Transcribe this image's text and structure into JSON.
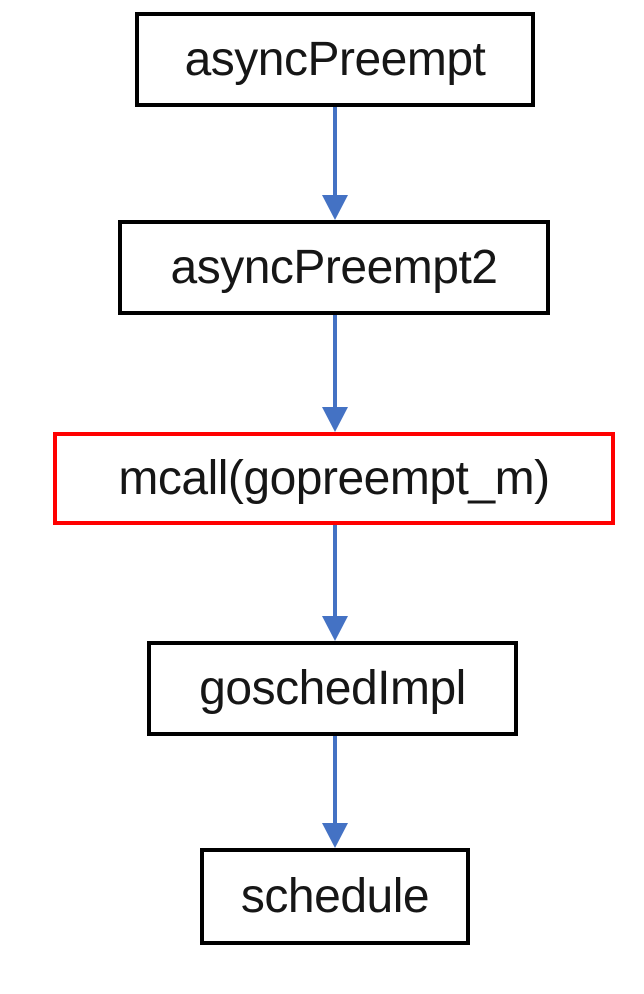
{
  "diagram": {
    "type": "flowchart-call-chain",
    "orientation": "top-down",
    "nodes": [
      {
        "label": "asyncPreempt",
        "border_color": "#000000",
        "highlighted": false
      },
      {
        "label": "asyncPreempt2",
        "border_color": "#000000",
        "highlighted": false
      },
      {
        "label": "mcall(gopreempt_m)",
        "border_color": "#ff0000",
        "highlighted": true
      },
      {
        "label": "goschedImpl",
        "border_color": "#000000",
        "highlighted": false
      },
      {
        "label": "schedule",
        "border_color": "#000000",
        "highlighted": false
      }
    ],
    "edges": [
      {
        "from": "asyncPreempt",
        "to": "asyncPreempt2"
      },
      {
        "from": "asyncPreempt2",
        "to": "mcall(gopreempt_m)"
      },
      {
        "from": "mcall(gopreempt_m)",
        "to": "goschedImpl"
      },
      {
        "from": "goschedImpl",
        "to": "schedule"
      }
    ],
    "colors": {
      "arrow": "#4472C4",
      "node_border": "#000000",
      "highlight_border": "#ff0000",
      "text": "#161616",
      "background": "#ffffff"
    }
  }
}
